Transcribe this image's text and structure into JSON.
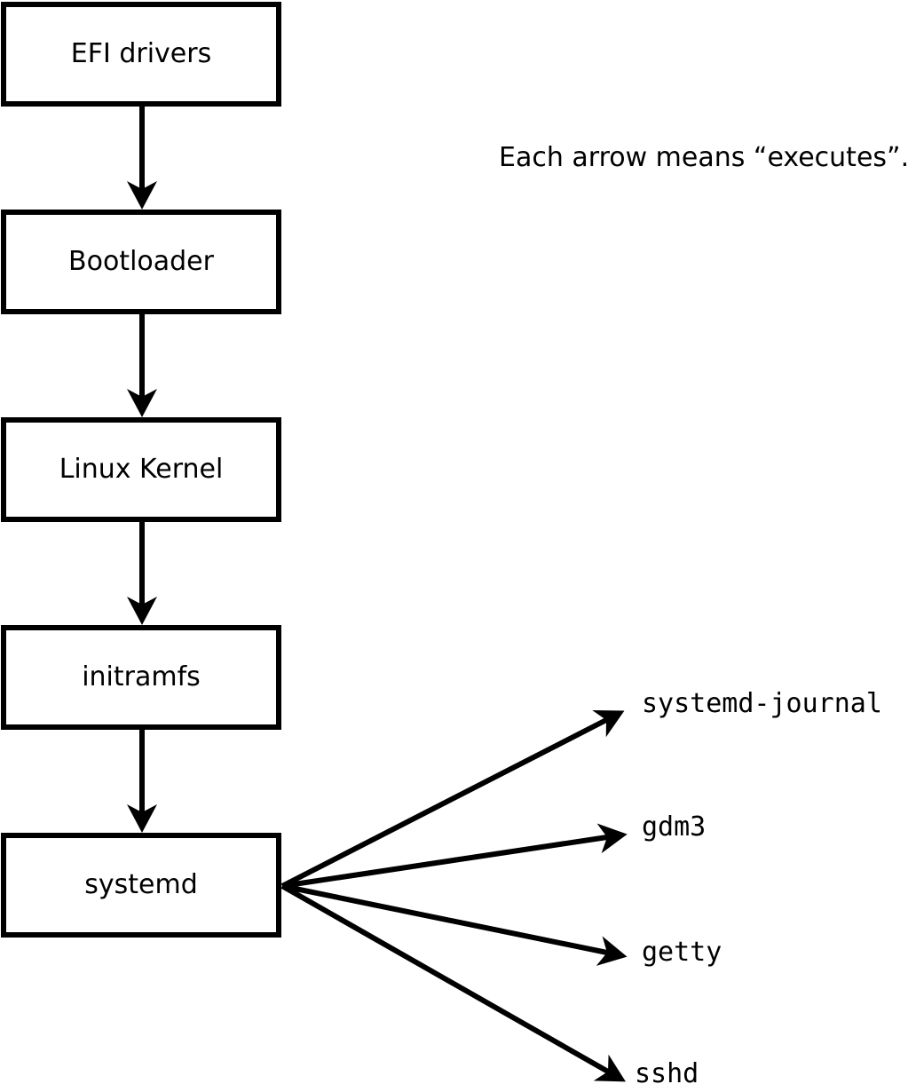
{
  "legend": "Each arrow means “executes”.",
  "nodes": [
    {
      "label": "EFI drivers"
    },
    {
      "label": "Bootloader"
    },
    {
      "label": "Linux Kernel"
    },
    {
      "label": "initramfs"
    },
    {
      "label": "systemd"
    }
  ],
  "processes": [
    {
      "label": "systemd-journal"
    },
    {
      "label": "gdm3"
    },
    {
      "label": "getty"
    },
    {
      "label": "sshd"
    }
  ],
  "edges": [
    {
      "from": "EFI drivers",
      "to": "Bootloader",
      "meaning": "executes"
    },
    {
      "from": "Bootloader",
      "to": "Linux Kernel",
      "meaning": "executes"
    },
    {
      "from": "Linux Kernel",
      "to": "initramfs",
      "meaning": "executes"
    },
    {
      "from": "initramfs",
      "to": "systemd",
      "meaning": "executes"
    },
    {
      "from": "systemd",
      "to": "systemd-journal",
      "meaning": "executes"
    },
    {
      "from": "systemd",
      "to": "gdm3",
      "meaning": "executes"
    },
    {
      "from": "systemd",
      "to": "getty",
      "meaning": "executes"
    },
    {
      "from": "systemd",
      "to": "sshd",
      "meaning": "executes"
    }
  ],
  "colors": {
    "line": "#000000",
    "background": "#ffffff",
    "text": "#000000"
  }
}
